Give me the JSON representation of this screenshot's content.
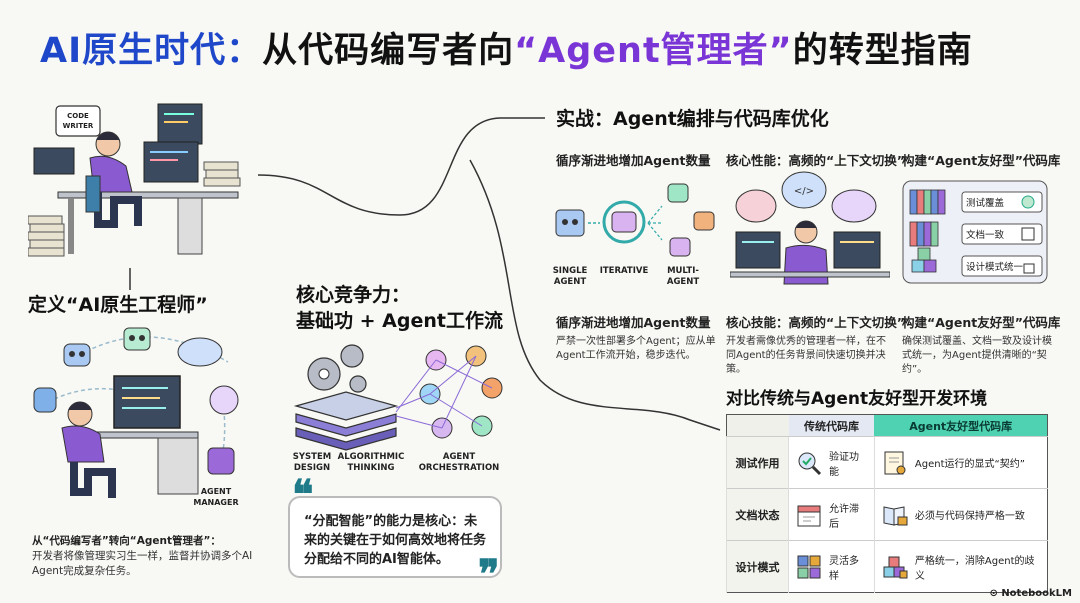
{
  "title": {
    "part1": "AI原生时代：",
    "part2": "从代码编写者向",
    "part3": "“Agent管理者”",
    "part4": "的转型指南"
  },
  "hero": {
    "bubble": "CODE\nWRITER"
  },
  "define": {
    "heading": "定义“AI原生工程师”",
    "manager_label": "AGENT\nMANAGER",
    "caption_title": "从“代码编写者”转向“Agent管理者”：",
    "caption_body": "开发者将像管理实习生一样，监督并协调多个AI Agent完成复杂任务。"
  },
  "core": {
    "heading_line1": "核心竞争力：",
    "heading_line2": "基础功 + Agent工作流",
    "labels": [
      "SYSTEM\nDESIGN",
      "ALGORITHMIC\nTHINKING",
      "AGENT\nORCHESTRATION"
    ],
    "quote": "“分配智能”的能力是核心：未来的关键在于如何高效地将任务分配给不同的AI智能体。",
    "quote_open": "❝",
    "quote_close": "❞"
  },
  "practice": {
    "heading": "实战：Agent编排与代码库优化",
    "col1": {
      "title": "循序渐进地增加Agent数量",
      "labels": [
        "SINGLE\nAGENT",
        "ITERATIVE",
        "MULTI-\nAGENT"
      ],
      "sub_title": "循序渐进地增加Agent数量",
      "sub_body": "严禁一次性部署多个Agent；应从单Agent工作流开始，稳步迭代。"
    },
    "col2": {
      "title": "核心性能：高频的“上下文切换”",
      "sub_title": "核心技能：高频的“上下文切换”",
      "sub_body": "开发者需像优秀的管理者一样，在不同Agent的任务背景间快速切换并决策。"
    },
    "col3": {
      "title": "构建“Agent友好型”代码库",
      "items": [
        "测试覆盖",
        "文档一致",
        "设计模式统一"
      ],
      "sub_title": "构建“Agent友好型”代码库",
      "sub_body": "确保测试覆盖、文档一致及设计模式统一，为Agent提供清晰的“契约”。"
    }
  },
  "compare": {
    "heading": "对比传统与Agent友好型开发环境",
    "headers": [
      "",
      "传统代码库",
      "Agent友好型代码库"
    ],
    "rows": [
      {
        "label": "测试作用",
        "trad": "验证功能",
        "agent": "Agent运行的显式“契约”"
      },
      {
        "label": "文档状态",
        "trad": "允许滞后",
        "agent": "必须与代码保持严格一致"
      },
      {
        "label": "设计模式",
        "trad": "灵活多样",
        "agent": "严格统一，消除Agent的歧义"
      }
    ]
  },
  "footer": {
    "brand": "NotebookLM"
  },
  "colors": {
    "blue": "#1f47c9",
    "purple": "#7a35d6",
    "teal": "#4ed2b2"
  }
}
